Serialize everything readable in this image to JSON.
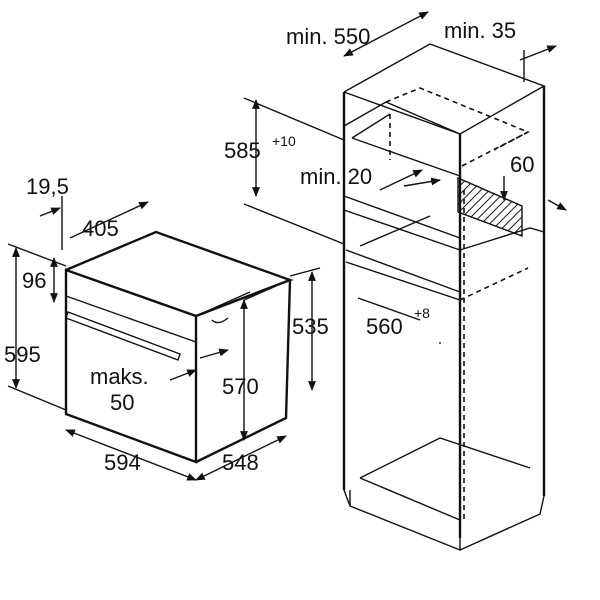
{
  "labels": {
    "min550": "min. 550",
    "min35": "min. 35",
    "d585": "585",
    "d585_sup": "+10",
    "min20": "min. 20",
    "d60": "60",
    "d195": "19,5",
    "d405": "405",
    "d96": "96",
    "d595": "595",
    "d535": "535",
    "d560": "560",
    "d560_sup": "+8",
    "maks": "maks.",
    "d50": "50",
    "d570": "570",
    "d594": "594",
    "d548": "548"
  }
}
